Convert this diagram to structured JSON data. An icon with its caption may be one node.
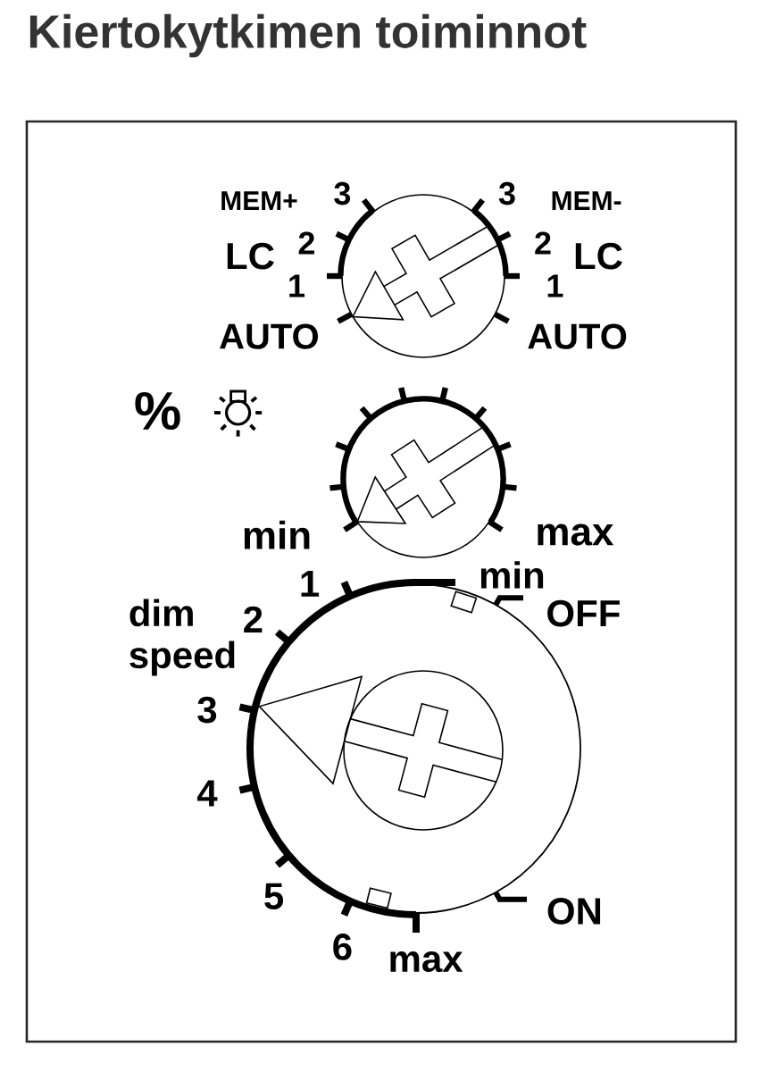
{
  "diagram": {
    "title": "Kiertokytkimen toiminnot",
    "labels": [
      "MEM+",
      "3",
      "3",
      "MEM-",
      "LC",
      "2",
      "2",
      "LC",
      "1",
      "1",
      "AUTO",
      "AUTO",
      "%",
      "min",
      "max",
      "1",
      "min",
      "dim speed",
      "2",
      "OFF",
      "3",
      "4",
      "5",
      "ON",
      "6",
      "max"
    ]
  }
}
